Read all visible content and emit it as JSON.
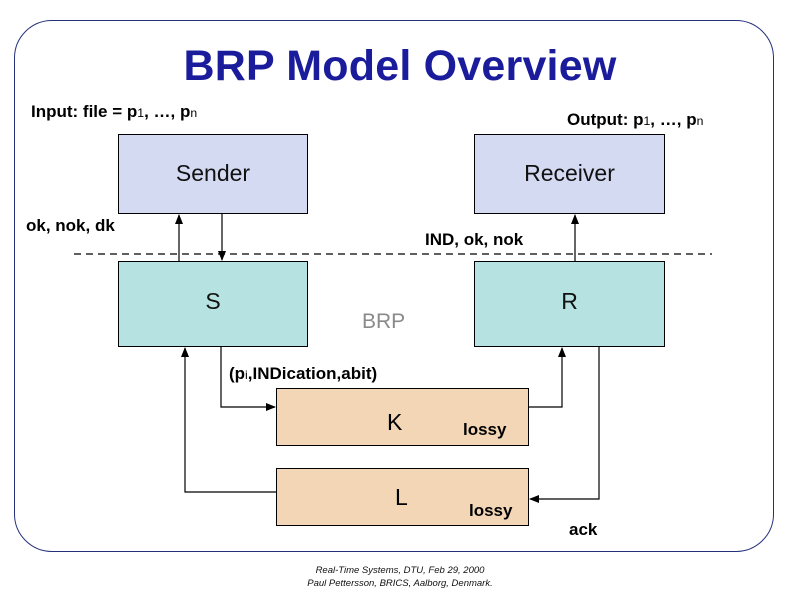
{
  "title": "BRP Model Overview",
  "input_label": "Input: file = ",
  "input_seq": {
    "p1": "p",
    "i1": "1",
    "mid": ", …, ",
    "pn": "p",
    "in": "n"
  },
  "output_label": "Output: ",
  "output_seq": {
    "p1": "p",
    "i1": "1",
    "mid": ", …, ",
    "pn": "p",
    "in": "n"
  },
  "boxes": {
    "sender": "Sender",
    "receiver": "Receiver",
    "s": "S",
    "r": "R",
    "k": "K",
    "l": "L"
  },
  "lossy_k": "lossy",
  "lossy_l": "lossy",
  "signals_sender": "ok, nok, dk",
  "signals_receiver": "IND, ok, nok",
  "brp_label": "BRP",
  "message": {
    "open": "(p",
    "sub": "i",
    "rest": ",INDication,abit)"
  },
  "ack_label": "ack",
  "footer": {
    "line1": "Real-Time Systems, DTU, Feb 29, 2000",
    "line2": "Paul Pettersson, BRICS, Aalborg, Denmark."
  },
  "colors": {
    "title": "#1a1c9c",
    "sender_fill": "#d4daf2",
    "protocol_fill": "#b6e3e1",
    "channel_fill": "#f2d6b5"
  }
}
